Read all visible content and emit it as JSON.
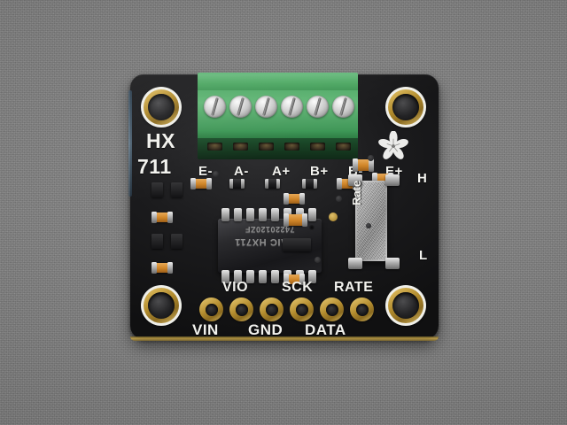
{
  "photo": {
    "subject": "Adafruit HX711 24-bit ADC load cell amplifier breakout board",
    "background_color": "#7d7d7d",
    "pcb_color": "#1b1b1d",
    "terminal_block_color": "#4ea863",
    "gold_pad_color": "#b38c2e",
    "silkscreen_color": "#f2f2ee"
  },
  "board": {
    "part_name_top": "HX",
    "part_name_bottom": "711",
    "logo": "adafruit-flower-logo"
  },
  "terminal_block": {
    "screw_count": 6,
    "labels": [
      "E-",
      "A-",
      "A+",
      "B+",
      "B-",
      "E+"
    ]
  },
  "ic": {
    "line1": "AVIAIC HX711",
    "line2": "74220120ZF"
  },
  "jumper": {
    "label": "Rate",
    "top_position": "H",
    "bottom_position": "L"
  },
  "header": {
    "top_labels": [
      "VIO",
      "SCK",
      "RATE"
    ],
    "bottom_labels": [
      "VIN",
      "GND",
      "DATA"
    ],
    "pin_count": 6
  }
}
